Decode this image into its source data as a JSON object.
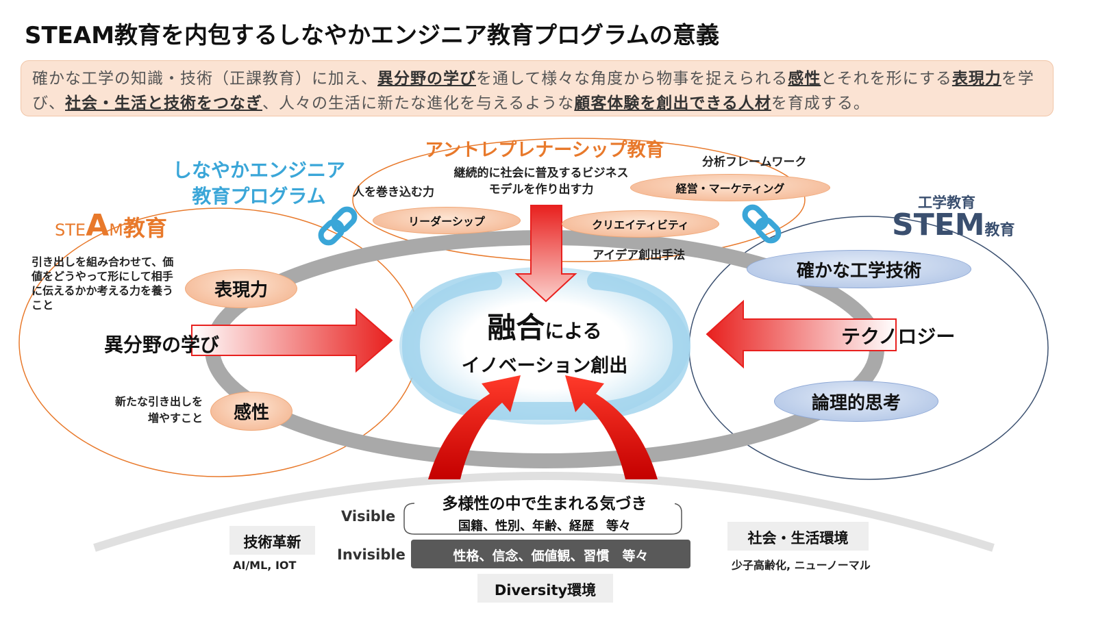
{
  "title": "STEAM教育を内包するしなやかエンジニア教育プログラムの意義",
  "summary": {
    "p1": "確かな工学の知識・技術（正課教育）に加え、",
    "e1": "異分野の学び",
    "p2": "を通して様々な角度から物事を捉えられる",
    "e2": "感性",
    "p3": "とそれを形にする",
    "e3": "表現力",
    "p4": "を学び、",
    "e4": "社会・生活と技術をつなぎ",
    "p5": "、人々の生活に新たな進化を与えるような",
    "e5": "顧客体験を創出できる人材",
    "p6": "を育成する。"
  },
  "program": {
    "line1": "しなやかエンジニア",
    "line2": "教育プログラム"
  },
  "steam": {
    "s1": "STE",
    "s2": "A",
    "s3": "M",
    "s4": "教育"
  },
  "steam_desc": {
    "expression": "引き出しを組み合わせて、価値をどうやって形にして相手に伝えるかか考える力を養うこと",
    "sensitivity_l1": "新たな引き出しを",
    "sensitivity_l2": "増やすこと"
  },
  "pills": {
    "expression": "表現力",
    "sensitivity": "感性",
    "leadership": "リーダーシップ",
    "creativity": "クリエイティビティ",
    "marketing": "経営・マーケティング",
    "engineering": "確かな工学技術",
    "logic": "論理的思考"
  },
  "entrepreneur": {
    "title": "アントレプレナーシップ教育",
    "business_l1": "継続的に社会に普及するビジネス",
    "business_l2": "モデルを作り出す力",
    "involve": "人を巻き込む力",
    "framework": "分析フレームワーク",
    "idea": "アイデア創出手法"
  },
  "stem": {
    "sub": "工学教育",
    "main": "STEM",
    "suffix": "教育"
  },
  "arrows": {
    "left": "異分野の学び",
    "right": "テクノロジー"
  },
  "center": {
    "l1a": "融合",
    "l1b": "による",
    "l2": "イノベーション創出"
  },
  "diversity": {
    "visible": "Visible",
    "invisible": "Invisible",
    "visible_title": "多様性の中で生まれる気づき",
    "visible_items": "国籍、性別、年齢、経歴　等々",
    "invisible_items": "性格、信念、価値観、習慣　等々",
    "env": "Diversity環境"
  },
  "tech": {
    "label": "技術革新",
    "sub": "AI/ML, IOT"
  },
  "society": {
    "label": "社会・生活環境",
    "sub": "少子高齢化, ニューノーマル"
  },
  "colors": {
    "orange": "#e8792b",
    "cyan": "#3aa6d8",
    "navy": "#3a4f6f",
    "red": "#e8201e",
    "ring": "#a9a9a9"
  }
}
